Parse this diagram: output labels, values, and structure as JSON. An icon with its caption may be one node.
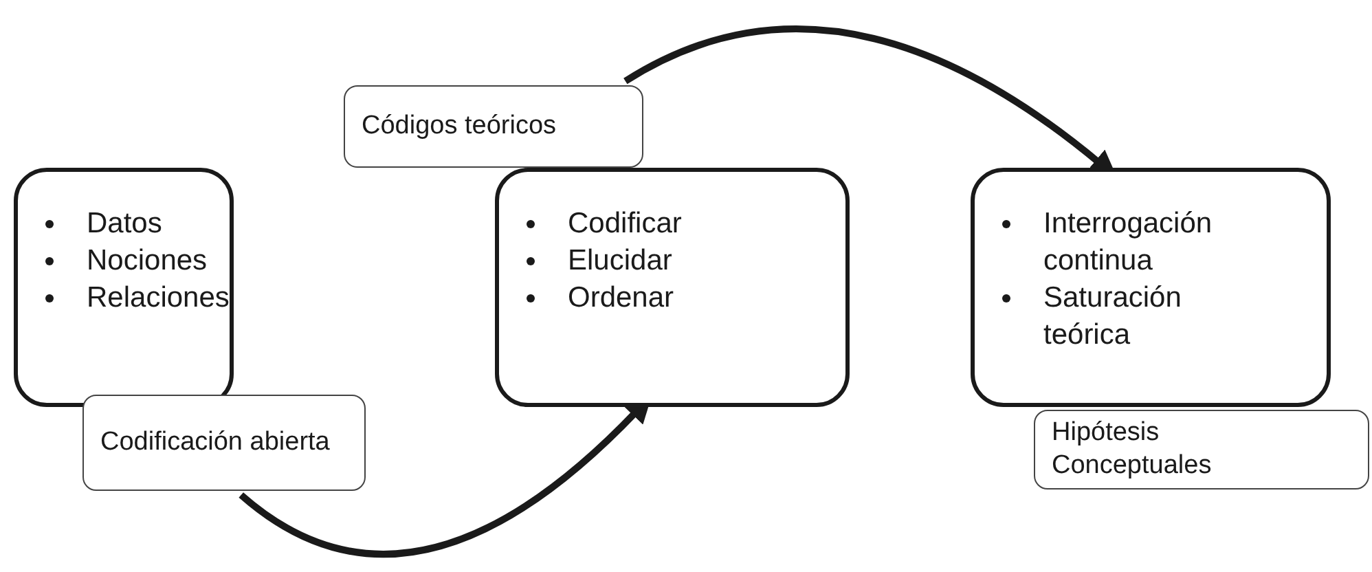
{
  "diagram": {
    "nodes": [
      {
        "text": [
          "Datos",
          "Nociones",
          "Relaciones"
        ]
      },
      {
        "text": [
          "Codificación abierta"
        ]
      },
      {
        "text": [
          "Códigos teóricos"
        ]
      },
      {
        "text": [
          "Codificar",
          "Elucidar",
          "Ordenar"
        ]
      },
      {
        "text": [
          "Interrogación continua",
          "Saturación teórica"
        ]
      },
      {
        "text": [
          "Hipótesis Conceptuales"
        ]
      }
    ],
    "edges": [
      {
        "from": 1,
        "to": 3,
        "arrow": "to"
      },
      {
        "from": 2,
        "to": 4,
        "arrow": "to"
      }
    ]
  }
}
